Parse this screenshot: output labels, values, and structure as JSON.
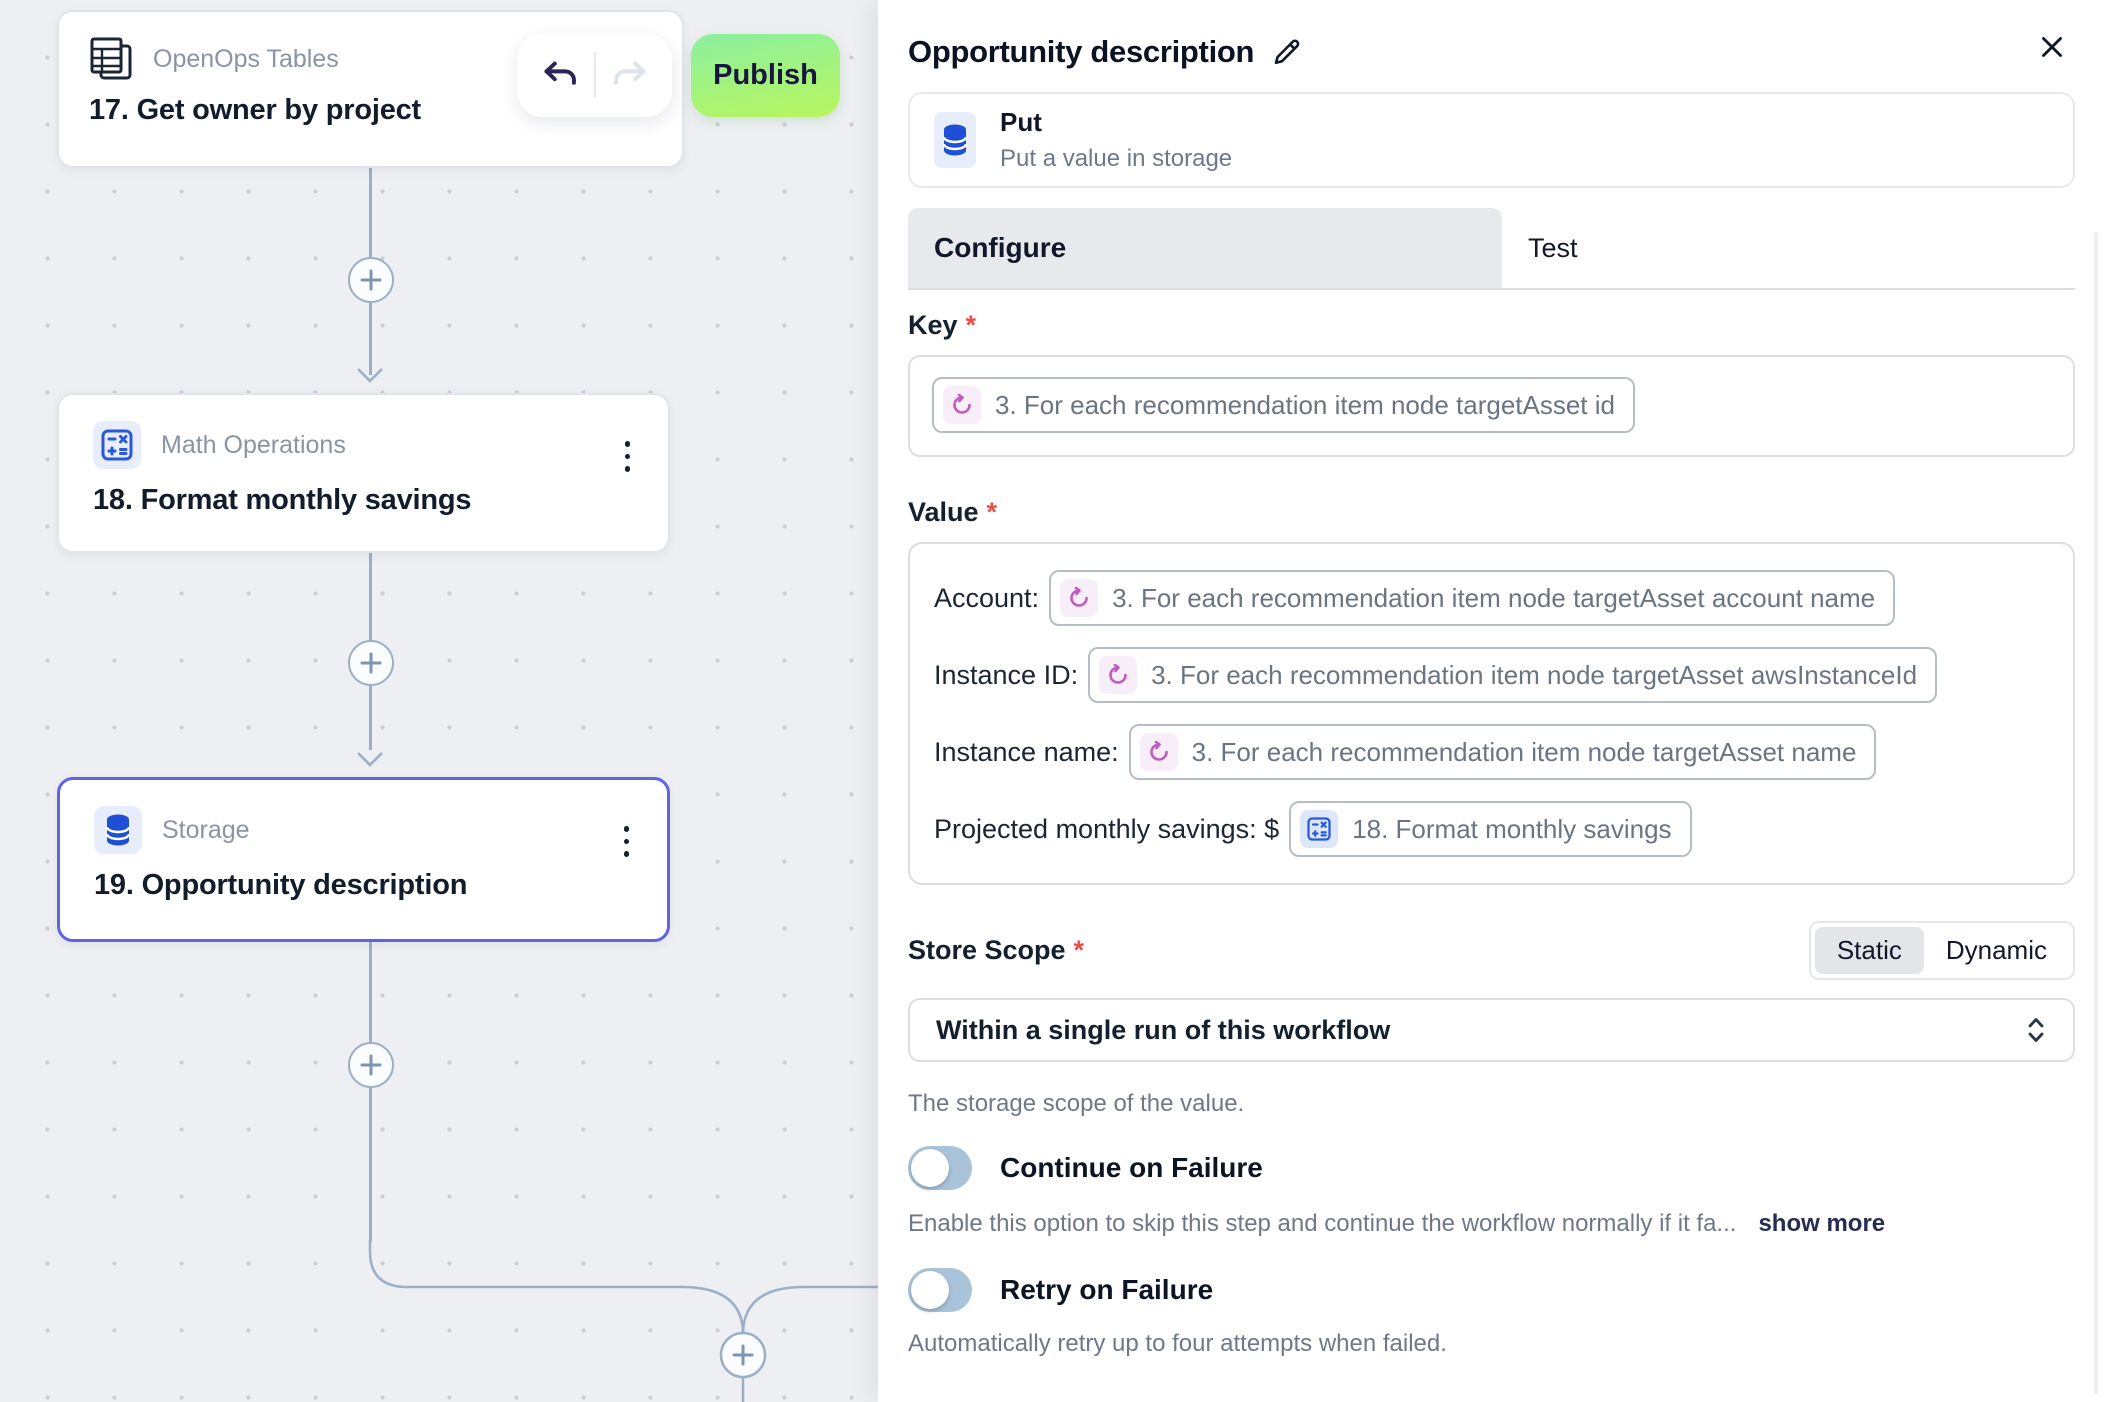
{
  "toolbar": {
    "publish_label": "Publish"
  },
  "canvas": {
    "nodes": [
      {
        "app": "OpenOps Tables",
        "step": "17. Get owner by project",
        "icon": "tables-icon",
        "selected": false
      },
      {
        "app": "Math Operations",
        "step": "18. Format monthly savings",
        "icon": "math-icon",
        "selected": false
      },
      {
        "app": "Storage",
        "step": "19. Opportunity description",
        "icon": "storage-icon",
        "selected": true
      }
    ]
  },
  "panel": {
    "title": "Opportunity description",
    "required_marker": "*",
    "action": {
      "name": "Put",
      "description": "Put a value in storage",
      "icon": "storage-icon"
    },
    "tabs": {
      "configure": "Configure",
      "test": "Test",
      "active": "Configure"
    },
    "key": {
      "label": "Key",
      "token": "3. For each recommendation item node targetAsset id",
      "token_icon": "loop-icon"
    },
    "value": {
      "label": "Value",
      "rows": [
        {
          "label": "Account:",
          "token": "3. For each recommendation item node targetAsset account name",
          "icon": "loop-icon"
        },
        {
          "label": "Instance ID:",
          "token": "3. For each recommendation item node targetAsset awsInstanceId",
          "icon": "loop-icon"
        },
        {
          "label": "Instance name:",
          "token": "3. For each recommendation item node targetAsset name",
          "icon": "loop-icon"
        },
        {
          "label": "Projected monthly savings: $",
          "token": "18. Format monthly savings",
          "icon": "math-icon"
        }
      ]
    },
    "store_scope": {
      "label": "Store Scope",
      "options": [
        "Static",
        "Dynamic"
      ],
      "selected": "Static",
      "static_label": "Static",
      "dynamic_label": "Dynamic",
      "value": "Within a single run of this workflow",
      "help": "The storage scope of the value."
    },
    "continue_on_failure": {
      "label": "Continue on Failure",
      "state": "off",
      "help": "Enable this option to skip this step and continue the workflow normally if it fa...",
      "show_more": "show more"
    },
    "retry_on_failure": {
      "label": "Retry on Failure",
      "state": "off",
      "help": "Automatically retry up to four attempts when failed."
    }
  },
  "colors": {
    "selected_node_border": "#6064e3",
    "publish_gradient_top": "#8bf0a0",
    "publish_gradient_bottom": "#b9f55d",
    "app_icon_blue": "#1e4fd6",
    "token_loop_purple": "#bf5cbe",
    "toggle_off_track": "#a9c4da",
    "connector_line": "#9cafc5",
    "required_asterisk": "#ef4b43",
    "active_tab_bg": "#e8e9ec"
  }
}
